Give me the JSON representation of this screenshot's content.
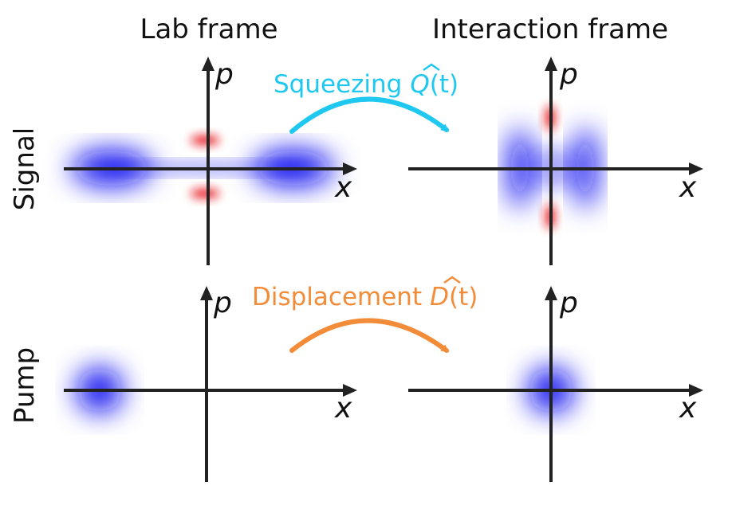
{
  "columns": {
    "lab": "Lab frame",
    "interaction": "Interaction frame"
  },
  "rows": {
    "signal": "Signal",
    "pump": "Pump"
  },
  "axes": {
    "x": "x",
    "p": "p"
  },
  "transforms": {
    "squeezing": {
      "label": "Squeezing",
      "operator": "Q",
      "argument": "(t)",
      "color": "#1ec8f0"
    },
    "displacement": {
      "label": "Displacement",
      "operator": "D",
      "argument": "(t)",
      "color": "#f28c38"
    }
  },
  "colors": {
    "blob_blue": "#0a0af0",
    "blob_red": "#e8141e",
    "axis": "#222222"
  }
}
